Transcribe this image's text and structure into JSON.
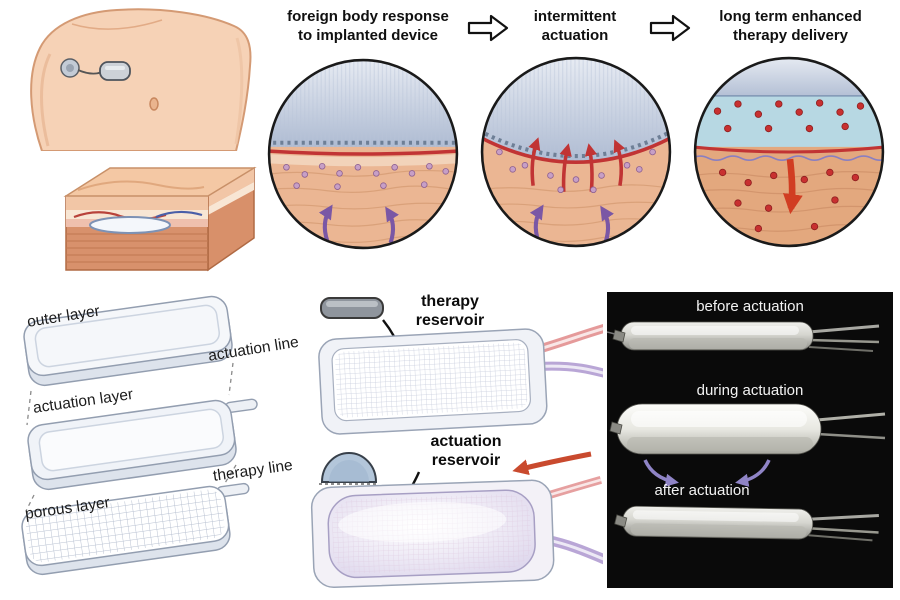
{
  "flow": {
    "step1": "foreign body response\nto implanted device",
    "step2": "intermittent\nactuation",
    "step3": "long term enhanced\ntherapy delivery"
  },
  "exploded": {
    "outer_layer": "outer layer",
    "actuation_line": "actuation line",
    "actuation_layer": "actuation layer",
    "therapy_line": "therapy line",
    "porous_layer": "porous layer"
  },
  "devices": {
    "therapy_reservoir": "therapy\nreservoir",
    "actuation_reservoir": "actuation\nreservoir"
  },
  "photo_panel": {
    "before": "before actuation",
    "during": "during actuation",
    "after": "after actuation"
  },
  "colors": {
    "capsule_red": "#c13434",
    "drug_red": "#c83030",
    "cell_purple": "#7a57a5",
    "arrow_purple": "#8f84c6",
    "device_gray_blue": "#b5c1d6",
    "fluid_blue": "#b7d8e3",
    "tissue_tan": "#ebb693",
    "panel_background": "#0a0a0a"
  }
}
